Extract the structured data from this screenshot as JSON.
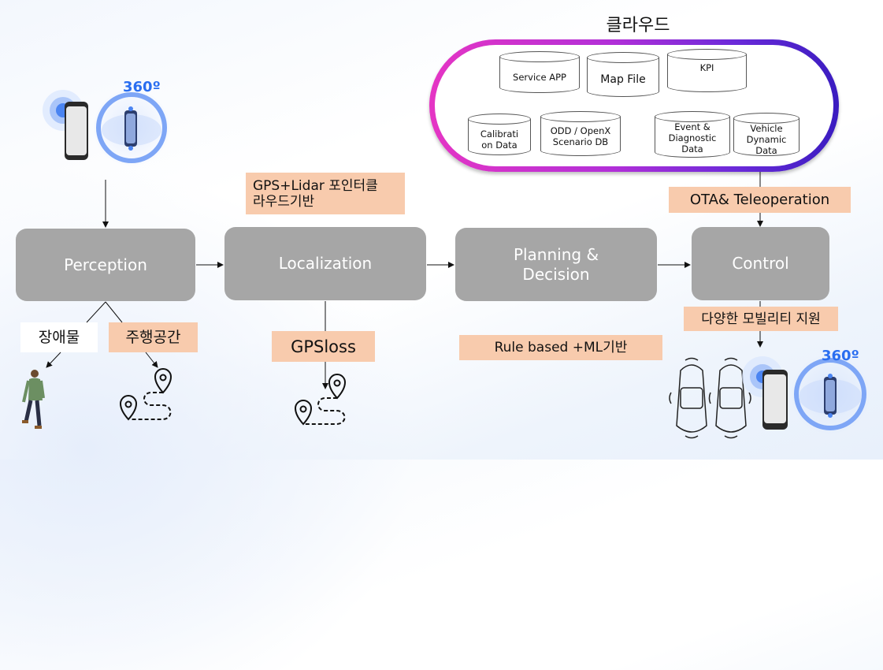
{
  "cloud": {
    "title": "클라우드",
    "gradient_colors": [
      "#e535c4",
      "#3a1cc0"
    ],
    "databases": [
      {
        "label": "Service APP"
      },
      {
        "label": "Map File"
      },
      {
        "label": "KPI"
      },
      {
        "label": "Calibrati on Data"
      },
      {
        "label": "ODD / OpenX Scenario DB"
      },
      {
        "label": "Event & Diagnostic Data"
      },
      {
        "label": "Vehicle Dynamic Data"
      }
    ]
  },
  "stages": [
    {
      "label": "Perception"
    },
    {
      "label": "Localization"
    },
    {
      "label": "Planning & Decision"
    },
    {
      "label": "Control"
    }
  ],
  "notes": {
    "localization_method": "GPS+Lidar 포인터클라우드기반",
    "obstacle": "장애물",
    "drivable_space": "주행공간",
    "gps_loss": "GPSloss",
    "planning_method": "Rule based +ML기반",
    "ota": "OTA& Teleoperation",
    "mobility": "다양한 모빌리티 지원"
  },
  "sensor_badges": {
    "top_left": "360º",
    "bottom_right": "360º"
  },
  "icons": {
    "vehicle_sensor_top": "vehicle-with-sensors-icon",
    "pedestrian": "pedestrian-icon",
    "route_pins": "route-pin-icon",
    "parking_cars": "parking-cars-icon"
  },
  "colors": {
    "stage_fill": "#a6a6a6",
    "note_fill": "#f8cbad",
    "accent_blue": "#2a6ef0"
  }
}
